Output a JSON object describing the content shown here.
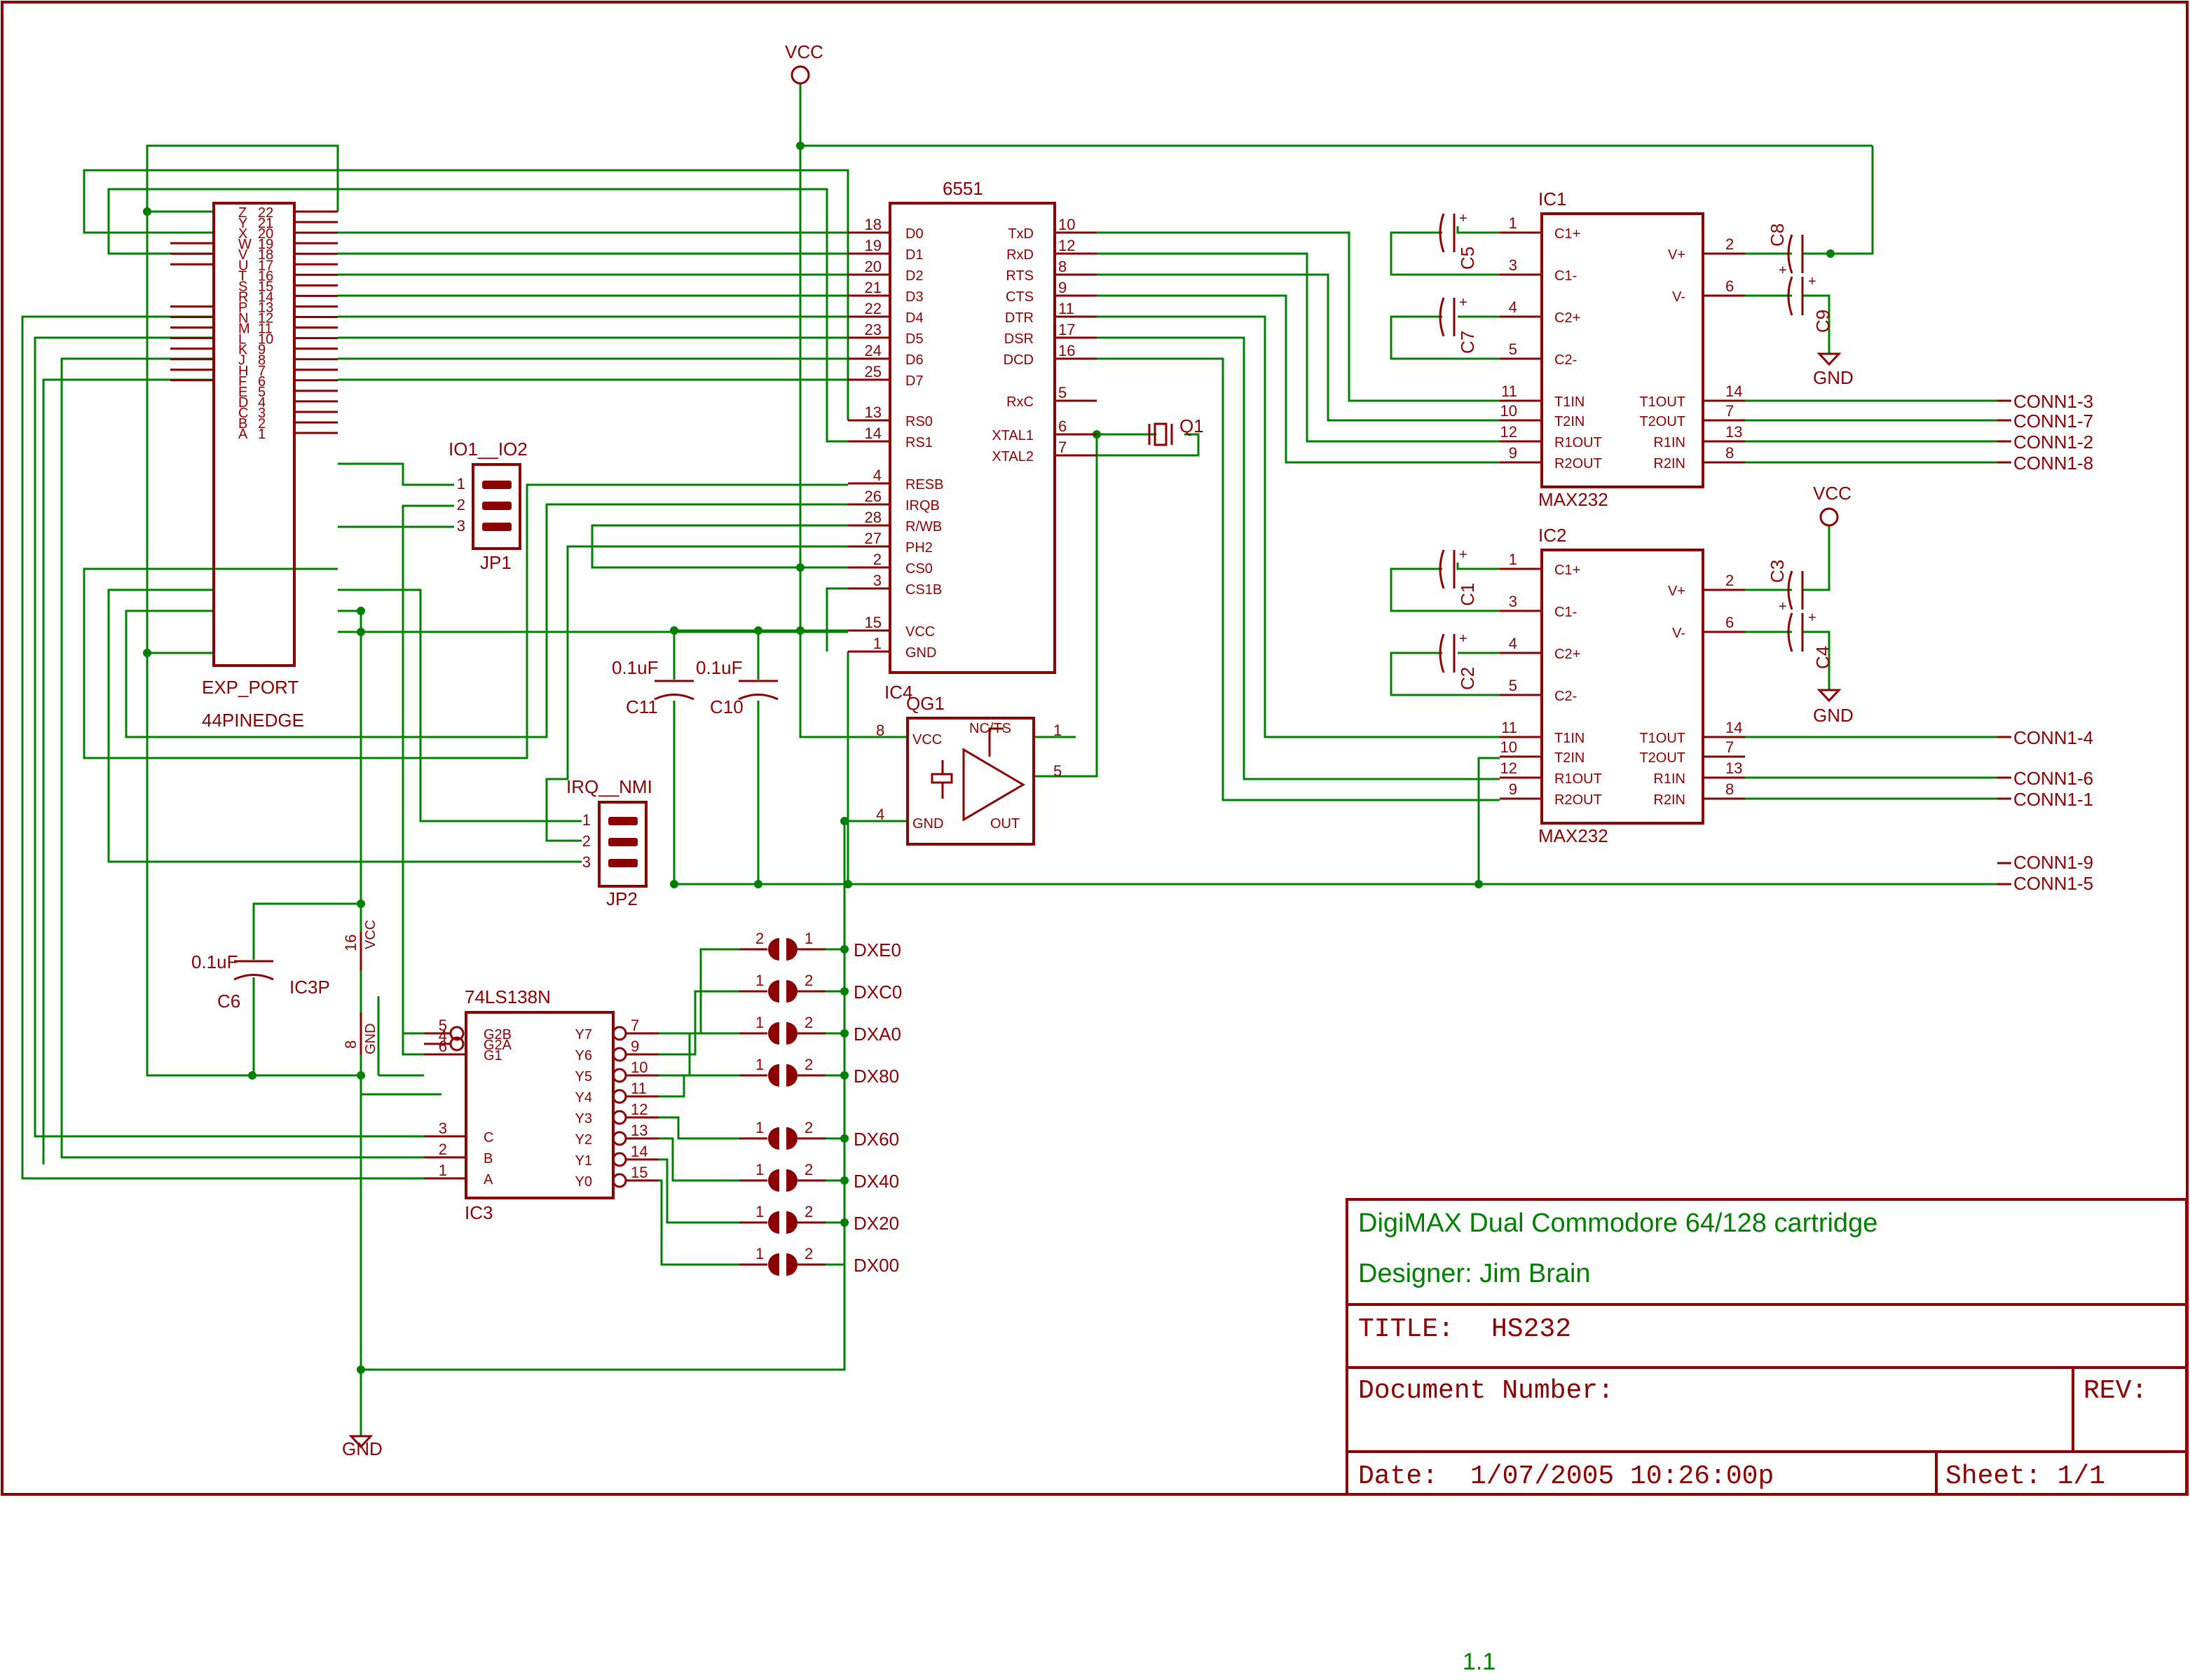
{
  "title_block": {
    "project": "DigiMAX Dual Commodore 64/128 cartridge",
    "designer": "Designer: Jim Brain",
    "title_label": "TITLE:",
    "title_value": "HS232",
    "doc_label": "Document Number:",
    "rev_label": "REV:",
    "date_label": "Date:",
    "date_value": "1/07/2005 10:26:00p",
    "sheet_label": "Sheet: 1/1"
  },
  "page_number": "1.1",
  "colors": {
    "wire": "#008000",
    "part": "#8b0000",
    "title_text": "#008000"
  },
  "power": {
    "vcc": "VCC",
    "gnd": "GND"
  },
  "exp_port": {
    "name": "EXP_PORT",
    "value": "44PINEDGE",
    "pins": [
      {
        "letter": "Z",
        "num": "22"
      },
      {
        "letter": "Y",
        "num": "21"
      },
      {
        "letter": "X",
        "num": "20"
      },
      {
        "letter": "W",
        "num": "19"
      },
      {
        "letter": "V",
        "num": "18"
      },
      {
        "letter": "U",
        "num": "17"
      },
      {
        "letter": "T",
        "num": "16"
      },
      {
        "letter": "S",
        "num": "15"
      },
      {
        "letter": "R",
        "num": "14"
      },
      {
        "letter": "P",
        "num": "13"
      },
      {
        "letter": "N",
        "num": "12"
      },
      {
        "letter": "M",
        "num": "11"
      },
      {
        "letter": "L",
        "num": "10"
      },
      {
        "letter": "K",
        "num": "9"
      },
      {
        "letter": "J",
        "num": "8"
      },
      {
        "letter": "H",
        "num": "7"
      },
      {
        "letter": "F",
        "num": "6"
      },
      {
        "letter": "E",
        "num": "5"
      },
      {
        "letter": "D",
        "num": "4"
      },
      {
        "letter": "C",
        "num": "3"
      },
      {
        "letter": "B",
        "num": "2"
      },
      {
        "letter": "A",
        "num": "1"
      }
    ]
  },
  "acia": {
    "value": "6551",
    "name": "IC4",
    "left_pins": [
      {
        "num": "18",
        "name": "D0"
      },
      {
        "num": "19",
        "name": "D1"
      },
      {
        "num": "20",
        "name": "D2"
      },
      {
        "num": "21",
        "name": "D3"
      },
      {
        "num": "22",
        "name": "D4"
      },
      {
        "num": "23",
        "name": "D5"
      },
      {
        "num": "24",
        "name": "D6"
      },
      {
        "num": "25",
        "name": "D7"
      },
      {
        "num": "13",
        "name": "RS0"
      },
      {
        "num": "14",
        "name": "RS1"
      },
      {
        "num": "4",
        "name": "RESB"
      },
      {
        "num": "26",
        "name": "IRQB"
      },
      {
        "num": "28",
        "name": "R/WB"
      },
      {
        "num": "27",
        "name": "PH2"
      },
      {
        "num": "2",
        "name": "CS0"
      },
      {
        "num": "3",
        "name": "CS1B"
      },
      {
        "num": "15",
        "name": "VCC"
      },
      {
        "num": "1",
        "name": "GND"
      }
    ],
    "right_pins": [
      {
        "num": "10",
        "name": "TxD"
      },
      {
        "num": "12",
        "name": "RxD"
      },
      {
        "num": "8",
        "name": "RTS"
      },
      {
        "num": "9",
        "name": "CTS"
      },
      {
        "num": "11",
        "name": "DTR"
      },
      {
        "num": "17",
        "name": "DSR"
      },
      {
        "num": "16",
        "name": "DCD"
      },
      {
        "num": "5",
        "name": "RxC"
      },
      {
        "num": "6",
        "name": "XTAL1"
      },
      {
        "num": "7",
        "name": "XTAL2"
      }
    ]
  },
  "max232": [
    {
      "name": "IC1",
      "value": "MAX232",
      "left_pins": [
        {
          "num": "1",
          "name": "C1+"
        },
        {
          "num": "3",
          "name": "C1-"
        },
        {
          "num": "4",
          "name": "C2+"
        },
        {
          "num": "5",
          "name": "C2-"
        },
        {
          "num": "11",
          "name": "T1IN"
        },
        {
          "num": "10",
          "name": "T2IN"
        },
        {
          "num": "12",
          "name": "R1OUT"
        },
        {
          "num": "9",
          "name": "R2OUT"
        }
      ],
      "right_top": [
        {
          "num": "2",
          "name": "V+"
        },
        {
          "num": "6",
          "name": "V-"
        }
      ],
      "right_pins": [
        {
          "num": "14",
          "name": "T1OUT",
          "conn": "CONN1-3"
        },
        {
          "num": "7",
          "name": "T2OUT",
          "conn": "CONN1-7"
        },
        {
          "num": "13",
          "name": "R1IN",
          "conn": "CONN1-2"
        },
        {
          "num": "8",
          "name": "R2IN",
          "conn": "CONN1-8"
        }
      ],
      "caps": {
        "c1": "C5",
        "c2": "C7",
        "vplus": "C8",
        "vminus": "C9"
      },
      "power": "GND"
    },
    {
      "name": "IC2",
      "value": "MAX232",
      "left_pins": [
        {
          "num": "1",
          "name": "C1+"
        },
        {
          "num": "3",
          "name": "C1-"
        },
        {
          "num": "4",
          "name": "C2+"
        },
        {
          "num": "5",
          "name": "C2-"
        },
        {
          "num": "11",
          "name": "T1IN"
        },
        {
          "num": "10",
          "name": "T2IN"
        },
        {
          "num": "12",
          "name": "R1OUT"
        },
        {
          "num": "9",
          "name": "R2OUT"
        }
      ],
      "right_top": [
        {
          "num": "2",
          "name": "V+"
        },
        {
          "num": "6",
          "name": "V-"
        }
      ],
      "right_pins": [
        {
          "num": "14",
          "name": "T1OUT",
          "conn": "CONN1-4"
        },
        {
          "num": "7",
          "name": "T2OUT",
          "conn": ""
        },
        {
          "num": "13",
          "name": "R1IN",
          "conn": "CONN1-6"
        },
        {
          "num": "8",
          "name": "R2IN",
          "conn": "CONN1-1"
        }
      ],
      "caps": {
        "c1": "C1",
        "c2": "C2",
        "vplus": "C3",
        "vminus": "C4"
      },
      "power": "GND"
    }
  ],
  "conn_extra": [
    "CONN1-9",
    "CONN1-5"
  ],
  "crystal": {
    "name": "Q1"
  },
  "oscillator": {
    "name": "QG1",
    "pins": [
      {
        "num": "8",
        "name": "VCC"
      },
      {
        "num": "4",
        "name": "GND"
      },
      {
        "num": "1",
        "name": "NC/TS"
      },
      {
        "num": "5",
        "name": "OUT"
      }
    ]
  },
  "caps": [
    {
      "name": "C11",
      "value": "0.1uF"
    },
    {
      "name": "C10",
      "value": "0.1uF"
    },
    {
      "name": "C6",
      "value": "0.1uF"
    }
  ],
  "jp1": {
    "name": "JP1",
    "value": "IO1__IO2",
    "pins": [
      "1",
      "2",
      "3"
    ]
  },
  "jp2": {
    "name": "JP2",
    "value": "IRQ__NMI",
    "pins": [
      "1",
      "2",
      "3"
    ]
  },
  "decoder": {
    "value": "74LS138N",
    "name": "IC3",
    "power_name": "IC3P",
    "power_pins": [
      {
        "num": "16",
        "name": "VCC"
      },
      {
        "num": "8",
        "name": "GND"
      }
    ],
    "left_top": [
      {
        "num": "5",
        "name": "G2B"
      },
      {
        "num": "4",
        "name": "G2A"
      },
      {
        "num": "6",
        "name": "G1"
      }
    ],
    "left_bottom": [
      {
        "num": "3",
        "name": "C"
      },
      {
        "num": "2",
        "name": "B"
      },
      {
        "num": "1",
        "name": "A"
      }
    ],
    "right_pins": [
      {
        "num": "7",
        "name": "Y7"
      },
      {
        "num": "9",
        "name": "Y6"
      },
      {
        "num": "10",
        "name": "Y5"
      },
      {
        "num": "11",
        "name": "Y4"
      },
      {
        "num": "12",
        "name": "Y3"
      },
      {
        "num": "13",
        "name": "Y2"
      },
      {
        "num": "14",
        "name": "Y1"
      },
      {
        "num": "15",
        "name": "Y0"
      }
    ]
  },
  "solder_jumpers": [
    {
      "label": "DXE0",
      "left": "2",
      "right": "1"
    },
    {
      "label": "DXC0",
      "left": "1",
      "right": "2"
    },
    {
      "label": "DXA0",
      "left": "1",
      "right": "2"
    },
    {
      "label": "DX80",
      "left": "1",
      "right": "2"
    },
    {
      "label": "DX60",
      "left": "1",
      "right": "2"
    },
    {
      "label": "DX40",
      "left": "1",
      "right": "2"
    },
    {
      "label": "DX20",
      "left": "1",
      "right": "2"
    },
    {
      "label": "DX00",
      "left": "1",
      "right": "2"
    }
  ]
}
